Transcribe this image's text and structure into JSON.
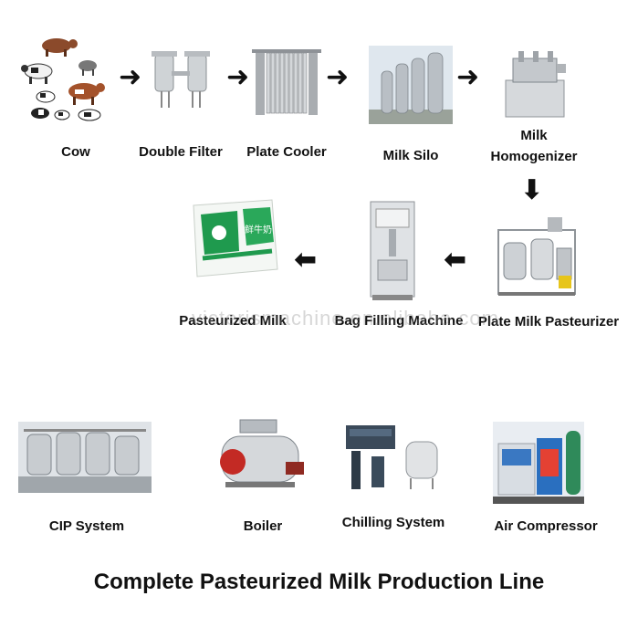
{
  "steps": {
    "cow": "Cow",
    "double_filter": "Double Filter",
    "plate_cooler": "Plate Cooler",
    "milk_silo": "Milk Silo",
    "homogenizer_line1": "Milk",
    "homogenizer_line2": "Homogenizer",
    "pasteurizer": "Plate Milk Pasteurizer",
    "bag_filling": "Bag Filling Machine",
    "pasteurized_milk": "Pasteurized Milk"
  },
  "auxiliary": {
    "cip": "CIP System",
    "boiler": "Boiler",
    "chilling": "Chilling System",
    "air_compressor": "Air Compressor"
  },
  "watermark": "victerismachine.en.alibaba.com",
  "title": "Complete Pasteurized Milk Production Line",
  "arrows": {
    "right": "➜",
    "left": "⬅",
    "down": "⬇"
  }
}
